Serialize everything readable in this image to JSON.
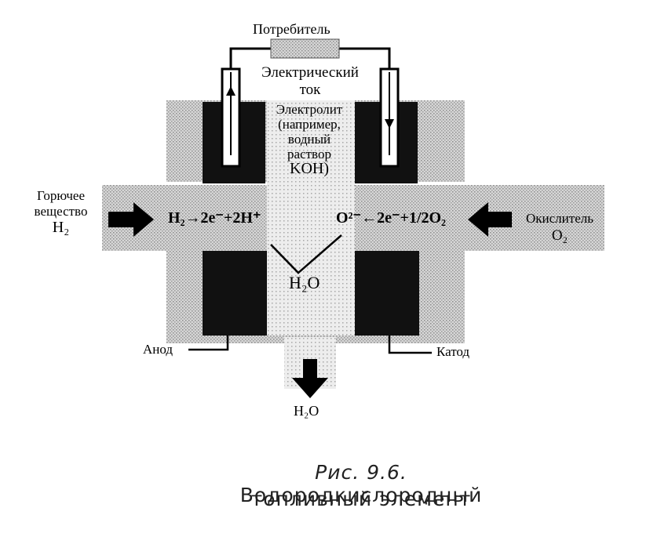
{
  "labels": {
    "consumer": "Потребитель",
    "current_line1": "Электрический",
    "current_line2": "ток",
    "electrolyte_line1": "Электролит",
    "electrolyte_line2": "(например,",
    "electrolyte_line3": "водный",
    "electrolyte_line4": "раствор",
    "electrolyte_line5": "KOH)",
    "fuel_line1": "Горючее",
    "fuel_line2": "вещество",
    "fuel_formula": "H₂",
    "oxidizer_line1": "Окислитель",
    "oxidizer_formula": "O₂",
    "reaction_left": "H₂→2e⁻+2H⁺",
    "reaction_right": "O²⁻←2e⁻+1/2O₂",
    "water_center": "H₂O",
    "water_out": "H₂O",
    "anode": "Анод",
    "cathode": "Катод"
  },
  "caption": {
    "prefix": "Рис. 9.6.",
    "line1": "Водородкислородный",
    "line2": "топливный элемент"
  },
  "colors": {
    "ink": "#000000",
    "electrolyte": "#c8c8c8",
    "electrode": "#111111",
    "consumer": "#cfcfcf"
  }
}
